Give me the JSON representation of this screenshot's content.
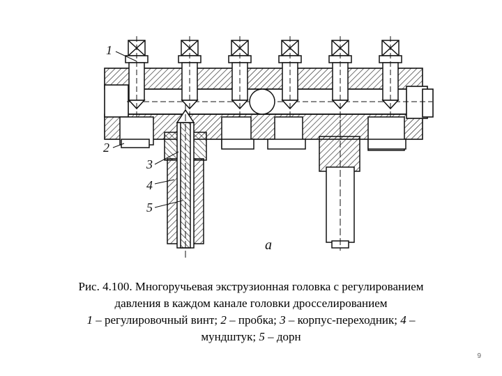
{
  "figure": {
    "callouts": [
      "1",
      "2",
      "3",
      "4",
      "5"
    ],
    "view_label": "а"
  },
  "caption": {
    "line1": "Рис. 4.100. Многоручьевая экструзионная головка с регулированием",
    "line2": "давления в каждом канале головки дросселированием",
    "parts": [
      {
        "num": "1",
        "text": " – регулировочный винт; "
      },
      {
        "num": "2",
        "text": " – пробка; "
      },
      {
        "num": "3",
        "text": " – корпус-переходник; "
      },
      {
        "num": "4",
        "text": " –"
      }
    ],
    "line4_num": "",
    "line4": "мундштук; ",
    "line4_last_num": "5",
    "line4_last_text": " – дорн"
  },
  "page_number": "9",
  "colors": {
    "ink": "#111111",
    "hatch": "#222222",
    "page_number": "#666666"
  }
}
